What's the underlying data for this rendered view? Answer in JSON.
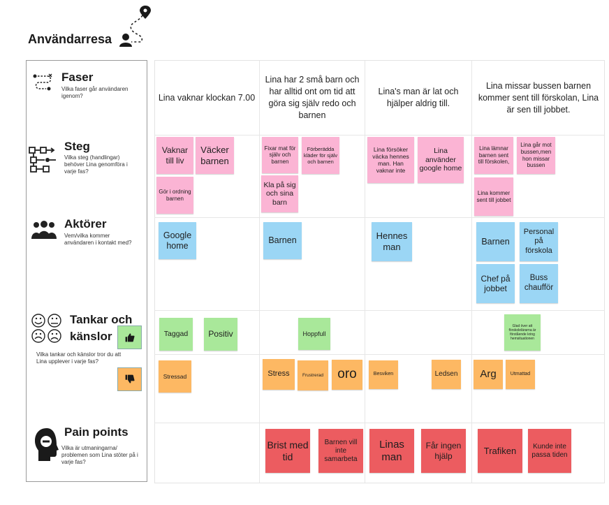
{
  "page": {
    "title": "Användarresa"
  },
  "rows": {
    "faser": {
      "title": "Faser",
      "subtitle": "Vilka faser går användaren igenom?"
    },
    "steg": {
      "title": "Steg",
      "subtitle": "Vilka steg (handlingar) behöver Lina genomföra i varje fas?"
    },
    "aktorer": {
      "title": "Aktörer",
      "subtitle": "Vem/vilka kommer användaren i kontakt med?"
    },
    "tankar": {
      "title": "Tankar och känslor",
      "subtitle": "Vilka tankar och känslor tror du att Lina upplever i varje fas?"
    },
    "pain": {
      "title": "Pain points",
      "subtitle": "Vilka är utmaningarna/ problemen som Lina stöter på i varje fas?"
    }
  },
  "phases": [
    "Lina vaknar klockan 7.00",
    "Lina har 2 små barn och har alltid ont om tid att göra sig själv redo och barnen",
    "Lina's man är lat och hjälper aldrig till.",
    "Lina missar bussen barnen kommer sent till förskolan, Lina är sen till jobbet."
  ],
  "steg": [
    "Vaknar till liv",
    "Väcker barnen",
    "Gör i ordning barnen",
    "Fixar mat för själv och barnen",
    "Förberädda kläder för själv och barnen",
    "Kla på sig och sina barn",
    "Lina försöker väcka hennes man. Han vaknar inte",
    "Lina använder google home",
    "Lina lämnar barnen sent till förskolen,",
    "Lina går mot bussen,men hon missar bussen",
    "Lina kommer sent till jobbet"
  ],
  "aktorer": [
    "Google home",
    "Barnen",
    "Hennes man",
    "Barnen",
    "Personal på förskola",
    "Chef på jobbet",
    "Buss chaufför"
  ],
  "positive": [
    "Taggad",
    "Positiv",
    "Hoppfull",
    "Glad över att förskolelärarna är förstående kring hemsituationen"
  ],
  "negative": [
    "Stressad",
    "Stress",
    "Frustrerad",
    "oro",
    "Besviken",
    "Ledsen",
    "Arg",
    "Utmattad"
  ],
  "pain": [
    "Brist med tid",
    "Barnen vill inte samarbeta",
    "Linas man",
    "Får ingen hjälp",
    "Trafiken",
    "Kunde inte passa tiden"
  ],
  "colors": {
    "pink": "#fbb4d4",
    "blue": "#9bd6f5",
    "green": "#a9e89a",
    "orange": "#fdb863",
    "red": "#ec5c60"
  },
  "icons": [
    "map-pin-icon",
    "person-icon",
    "dashed-path-icon",
    "flow-steps-icon",
    "group-people-icon",
    "emoji-faces-icon",
    "thumbs-up-icon",
    "thumbs-down-icon",
    "head-silhouette-icon"
  ]
}
